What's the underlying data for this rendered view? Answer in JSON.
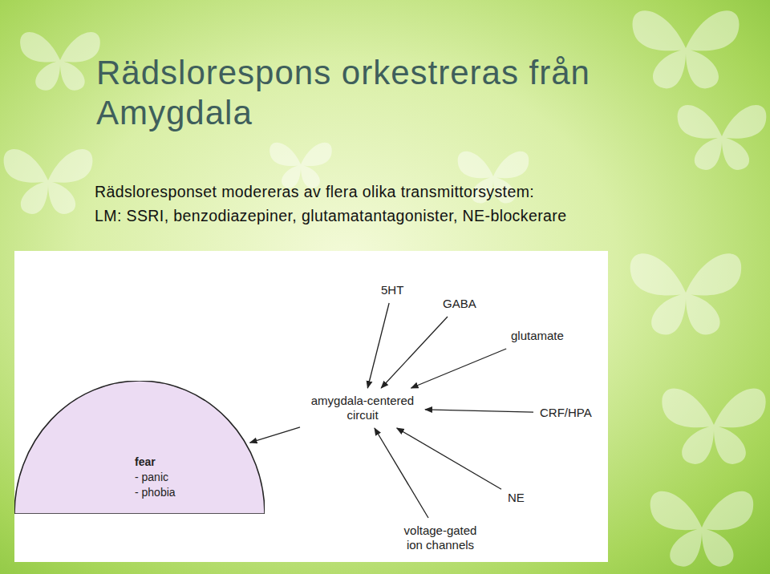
{
  "diagram": {
    "title": "Rädslorespons orkestreras från Amygdala",
    "nodes": [
      {
        "text": [
          "5HT"
        ]
      },
      {
        "text": [
          "GABA"
        ]
      },
      {
        "text": [
          "glutamate"
        ]
      },
      {
        "text": [
          "amygdala-centered circuit"
        ]
      },
      {
        "text": [
          "CRF/HPA"
        ]
      },
      {
        "text": [
          "fear",
          "- panic",
          "- phobia"
        ]
      },
      {
        "text": [
          "NE"
        ]
      },
      {
        "text": [
          "voltage-gated ion channels"
        ]
      }
    ],
    "edges": [
      {
        "from": 0,
        "to": 3,
        "arrow": "to"
      },
      {
        "from": 1,
        "to": 3,
        "arrow": "to"
      },
      {
        "from": 2,
        "to": 3,
        "arrow": "to"
      },
      {
        "from": 4,
        "to": 3,
        "arrow": "to"
      },
      {
        "from": 6,
        "to": 3,
        "arrow": "to"
      },
      {
        "from": 7,
        "to": 3,
        "arrow": "to"
      },
      {
        "from": 3,
        "to": 5,
        "arrow": "to"
      }
    ],
    "labels": [
      "Rädsloresponset modereras av flera olika transmittorsystem:",
      "LM: SSRI, benzodiazepiner, glutamatantagonister, NE-blockerare"
    ]
  }
}
